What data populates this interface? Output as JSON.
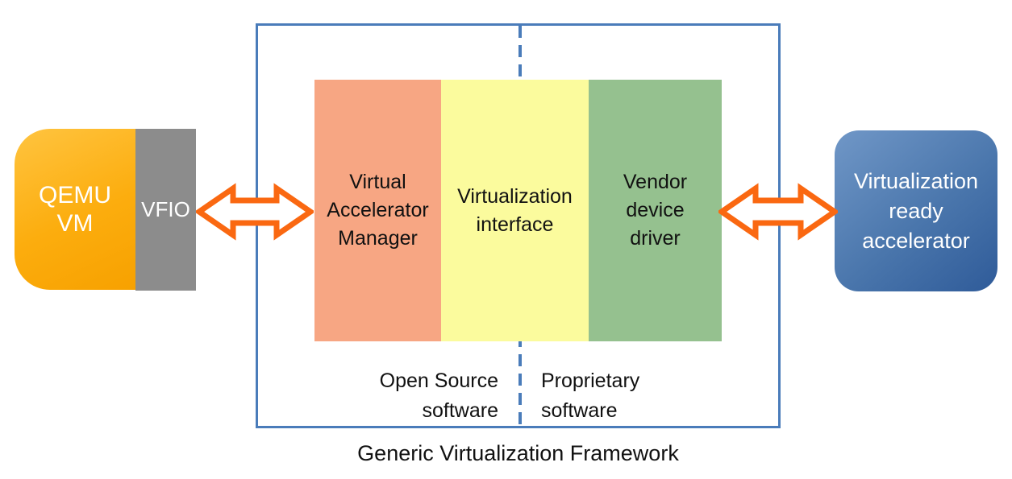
{
  "colors": {
    "frame_border": "#4A7CBA",
    "divider_dash": "#4A7CBA",
    "arrow_orange": "#FA6811",
    "qemu_gradient_top": "#FFC440",
    "qemu_gradient_bottom": "#F7A100",
    "vfio_gray": "#8C8C8C",
    "layer_salmon": "#F7A683",
    "layer_yellow": "#FBFB9D",
    "layer_green": "#95C18F",
    "accelerator_gradient_top": "#7097C7",
    "accelerator_gradient_bottom": "#2F5B99",
    "text_dark": "#111111",
    "text_light": "#FFFFFF"
  },
  "left_group": {
    "qemu_vm": {
      "lines": [
        "QEMU",
        "VM"
      ]
    },
    "vfio": {
      "label": "VFIO"
    }
  },
  "framework": {
    "caption": "Generic Virtualization Framework",
    "layers": [
      {
        "name": "virtual-accelerator-manager",
        "lines": [
          "Virtual",
          "Accelerator",
          "Manager"
        ]
      },
      {
        "name": "virtualization-interface",
        "lines": [
          "Virtualization",
          "interface"
        ]
      },
      {
        "name": "vendor-device-driver",
        "lines": [
          "Vendor",
          "device",
          "driver"
        ]
      }
    ],
    "zones": {
      "open_source": {
        "lines": [
          "Open Source",
          "software"
        ]
      },
      "proprietary": {
        "lines": [
          "Proprietary",
          "software"
        ]
      }
    }
  },
  "accelerator": {
    "lines": [
      "Virtualization",
      "ready",
      "accelerator"
    ]
  }
}
